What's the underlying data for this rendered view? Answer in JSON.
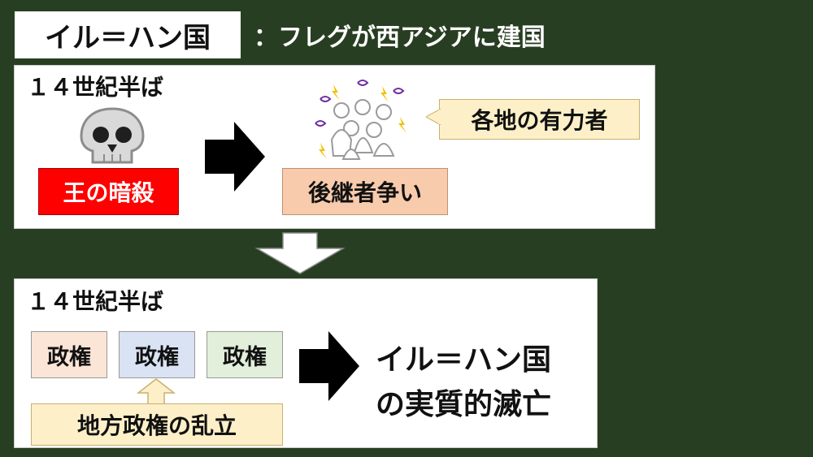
{
  "title": "イル＝ハン国",
  "subtitle": "：フレグが西アジアに建国",
  "panel1": {
    "date": "１４世紀半ば",
    "cause": "王の暗殺",
    "effect": "後継者争い",
    "callout": "各地の有力者"
  },
  "panel2": {
    "date": "１４世紀半ば",
    "gov_boxes": [
      "政権",
      "政権",
      "政権"
    ],
    "local_label": "地方政権の乱立",
    "result_line1": "イル＝ハン国",
    "result_line2": "の実質的滅亡"
  },
  "colors": {
    "background": "#283e22",
    "cause_box": "#ff0000",
    "effect_box": "#f8cbad",
    "callout_box": "#fdf0c8",
    "gov_box_1": "#fbe5d6",
    "gov_box_2": "#dae3f3",
    "gov_box_3": "#e2efda"
  },
  "icons": [
    "skull-icon",
    "crowd-fight-icon",
    "right-arrow-icon",
    "down-arrow-icon",
    "up-arrow-icon"
  ]
}
